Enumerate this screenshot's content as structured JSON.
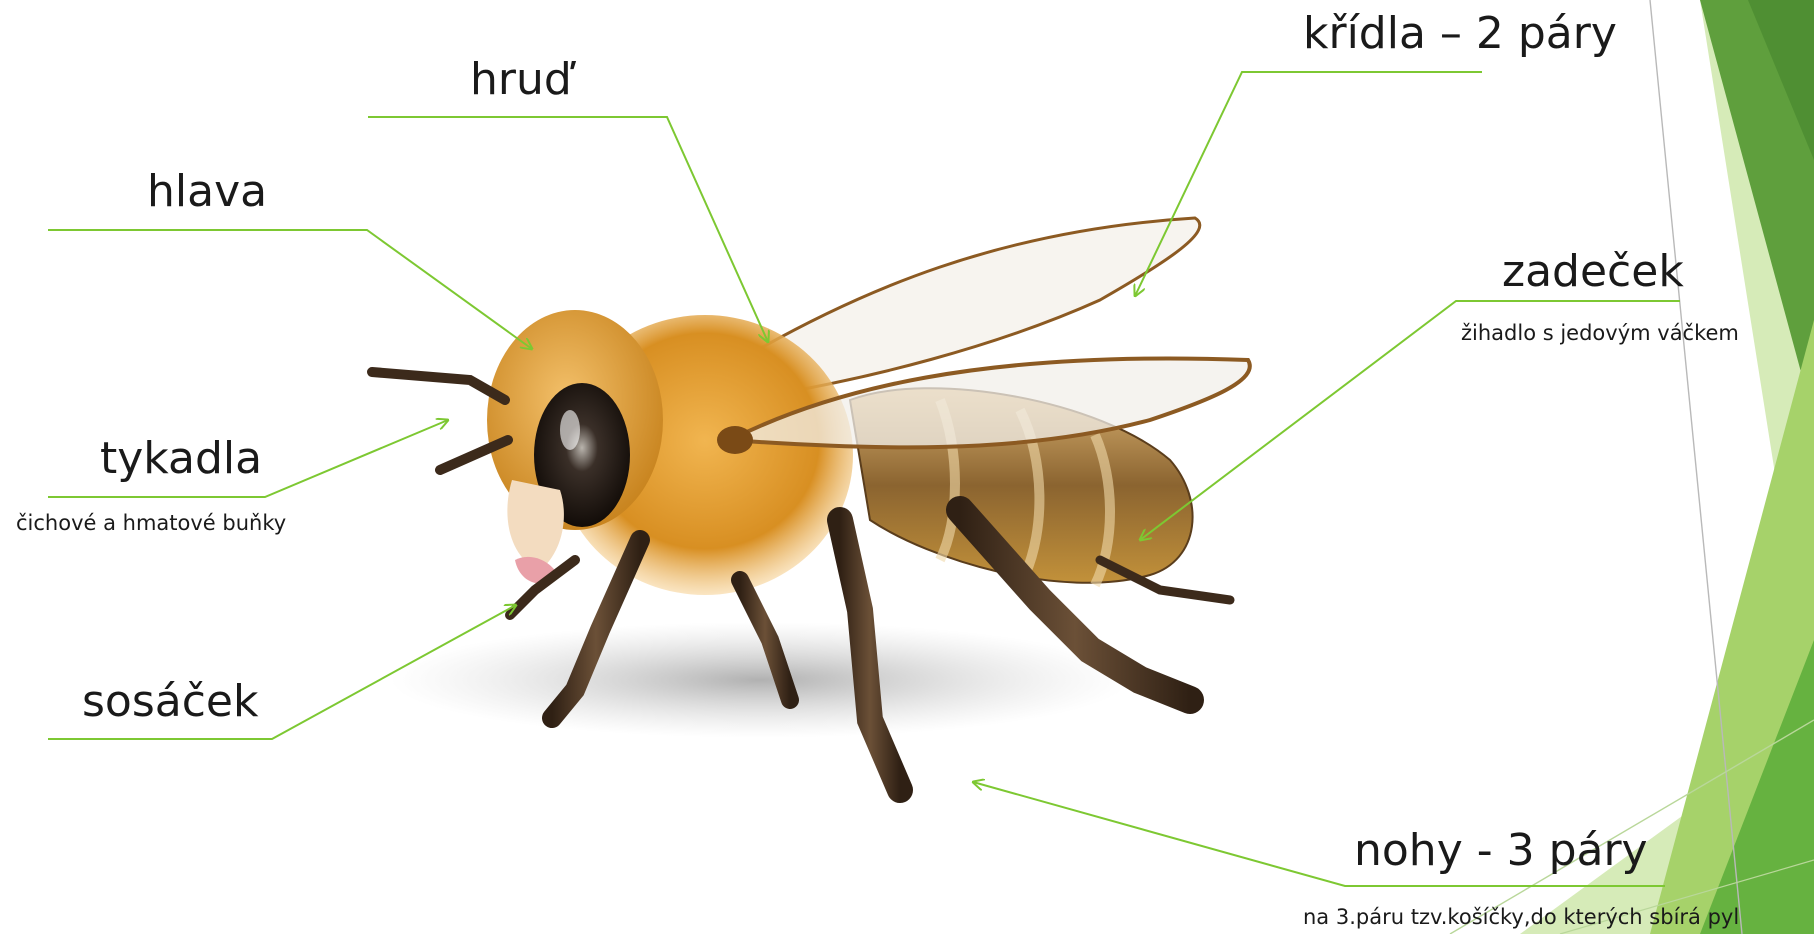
{
  "labels": {
    "wings": "křídla – 2 páry",
    "thorax": "hruď",
    "head": "hlava",
    "abdomen": "zadeček",
    "abdomen_note": "žihadlo s jedovým váčkem",
    "antennae": "tykadla",
    "antennae_note": "čichové a hmatové buňky",
    "proboscis": "sosáček",
    "legs": "nohy - 3 páry",
    "legs_note": "na 3.páru tzv.košíčky,do kterých sbírá pyl"
  },
  "colors": {
    "leader_line": "#7dc832",
    "background": "#ffffff",
    "decor_light": "#c9e3a5",
    "decor_mid": "#a6d26a",
    "decor_dark": "#4f9a2c",
    "decor_darker": "#66a345",
    "bee_fur": "#e09a2b",
    "bee_eye": "#1c1410",
    "bee_leg": "#4a3320",
    "bee_abdomen": "#b98a3c"
  },
  "icons": {
    "illustration": "honeybee-icon"
  }
}
